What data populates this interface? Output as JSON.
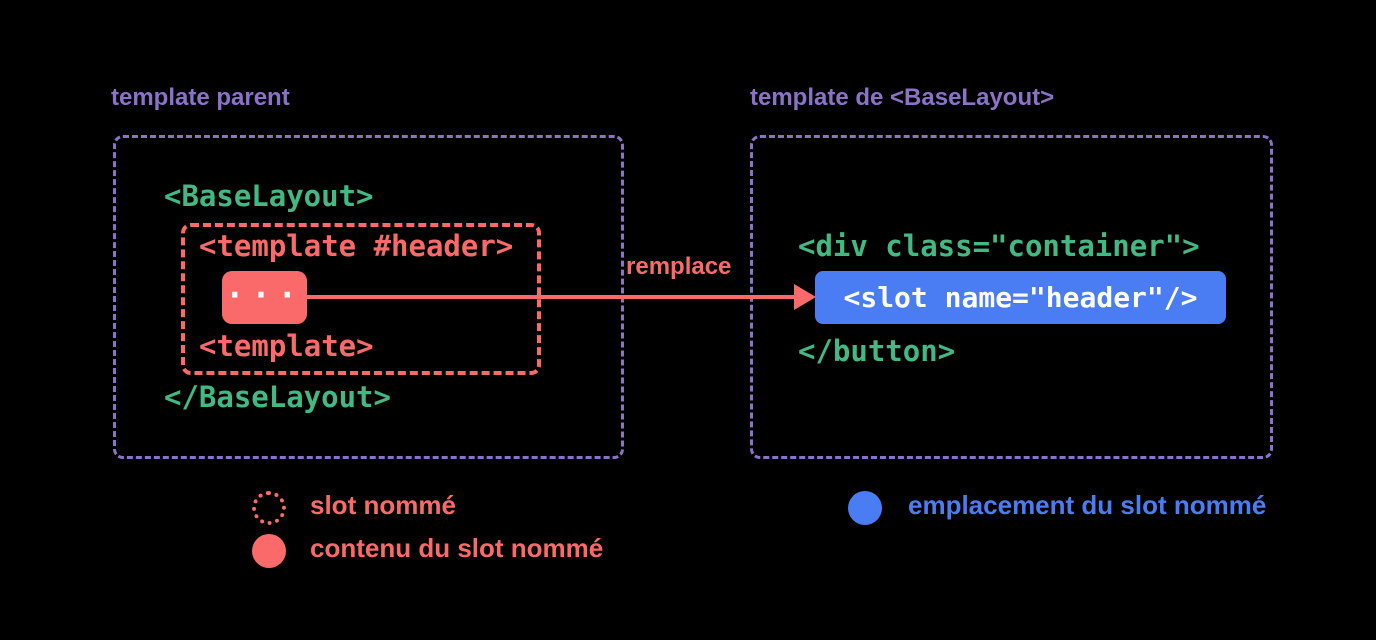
{
  "colors": {
    "purple": "#8b72c8",
    "green": "#42b883",
    "red": "#fb6a6a",
    "blue": "#4a7cf4",
    "white": "#ffffff",
    "background": "#000000"
  },
  "left_panel": {
    "title": "template parent",
    "code_open": "<BaseLayout>",
    "slot_block": {
      "open_tag": "<template #header>",
      "content": "...",
      "close_tag": "<template>"
    },
    "code_close": "</BaseLayout>"
  },
  "arrow": {
    "label": "remplace"
  },
  "right_panel": {
    "title": "template de <BaseLayout>",
    "code_open": "<div class=\"container\">",
    "slot_target": "<slot name=\"header\"/>",
    "code_close": "</button>"
  },
  "legend": {
    "items": [
      {
        "icon": "dotted-red-circle",
        "label": "slot nommé"
      },
      {
        "icon": "solid-red-circle",
        "label": "contenu du slot nommé"
      },
      {
        "icon": "solid-blue-circle",
        "label": "emplacement du slot nommé"
      }
    ]
  }
}
